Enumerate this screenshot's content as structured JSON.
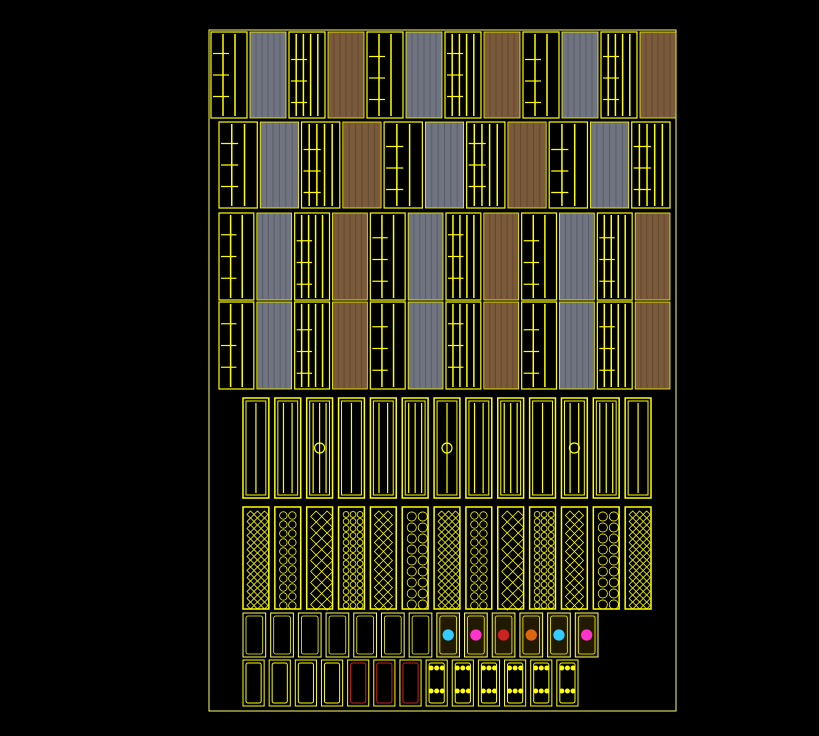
{
  "canvas": {
    "background": "#000000",
    "frame_color": "#ffff66"
  },
  "palette": {
    "yellow": "#ffff00",
    "light_yellow": "#ffff66",
    "beige": "#c8b89a",
    "grey_blue": "#6f7480",
    "brown": "#7a5a3a",
    "white": "#f2f0ea",
    "red": "#cc2222",
    "magenta": "#ff33cc",
    "cyan": "#33ccff",
    "orange": "#dd6611"
  },
  "rows": [
    {
      "id": "row-1",
      "panel_count": 12,
      "style": "photo-mixed"
    },
    {
      "id": "row-2",
      "panel_count": 11,
      "style": "photo-mixed"
    },
    {
      "id": "row-3",
      "panel_count": 12,
      "style": "photo-mixed"
    },
    {
      "id": "row-4",
      "panel_count": 12,
      "style": "photo-mixed"
    },
    {
      "id": "row-5",
      "panel_count": 13,
      "style": "line-outline"
    },
    {
      "id": "row-6",
      "panel_count": 13,
      "style": "lattice"
    },
    {
      "id": "row-7",
      "panel_count": 13,
      "style": "outline-ornament"
    },
    {
      "id": "row-8",
      "panel_count": 13,
      "style": "outline-small"
    }
  ]
}
